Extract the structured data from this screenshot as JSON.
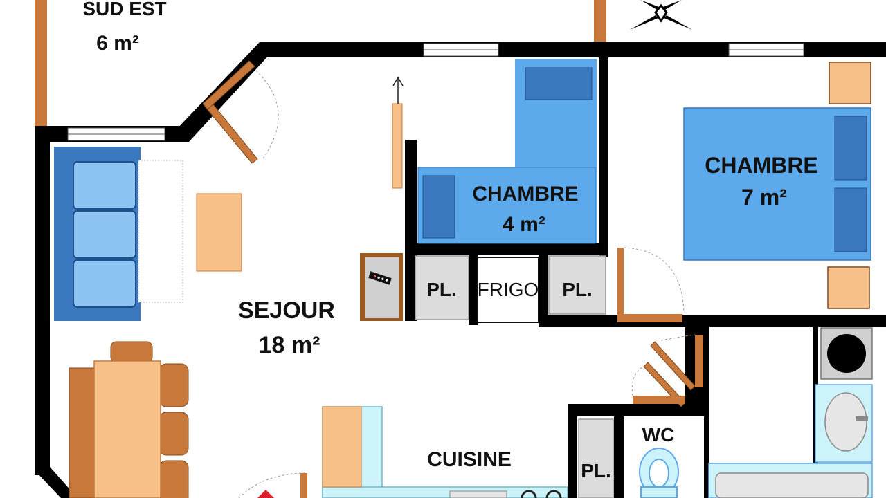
{
  "plan": {
    "rooms": {
      "terrasse": {
        "name": "SUD EST",
        "area": "6 m²"
      },
      "sejour": {
        "name": "SEJOUR",
        "area": "18 m²"
      },
      "chambre_small": {
        "name": "CHAMBRE",
        "area": "4 m²"
      },
      "chambre_large": {
        "name": "CHAMBRE",
        "area": "7 m²"
      },
      "cuisine": {
        "name": "CUISINE"
      },
      "wc": {
        "name": "WC"
      }
    },
    "closets": {
      "pl_1": "PL.",
      "pl_2": "PL.",
      "pl_3": "PL."
    },
    "fridge": "FRIGO"
  },
  "colors": {
    "wall": "#000000",
    "wood": "#c8783a",
    "light_wood": "#f6c088",
    "blue": "#5ca9ec",
    "dark_blue": "#3a78c0",
    "sofa_blue": "#8ec4f4",
    "pale_cyan": "#ccf2fa",
    "grey": "#dcdcdc"
  }
}
